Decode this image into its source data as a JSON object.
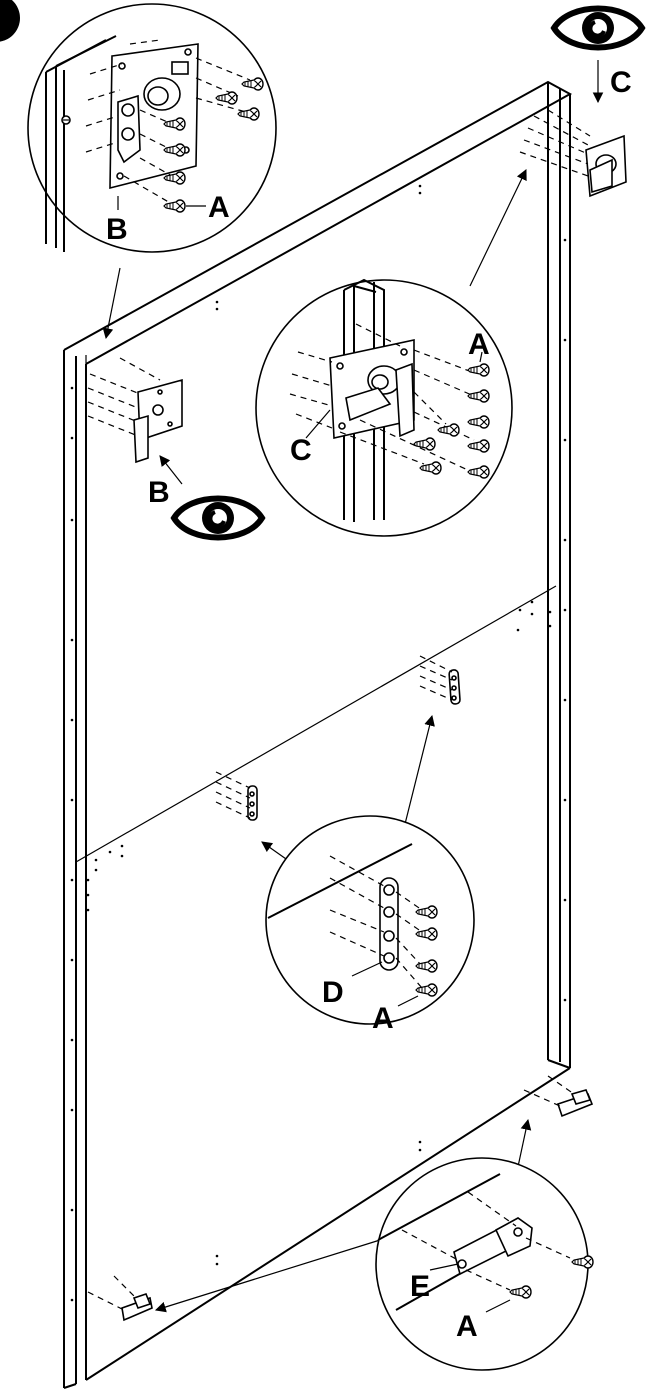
{
  "labels": {
    "a1": "A",
    "a2": "A",
    "a3": "A",
    "a4": "A",
    "b1": "B",
    "b2": "B",
    "c1": "C",
    "c2": "C",
    "d1": "D",
    "e1": "E"
  },
  "icons": {
    "eye_top": "eye-icon",
    "eye_mid": "eye-icon",
    "step_badge": "step-number-badge"
  }
}
